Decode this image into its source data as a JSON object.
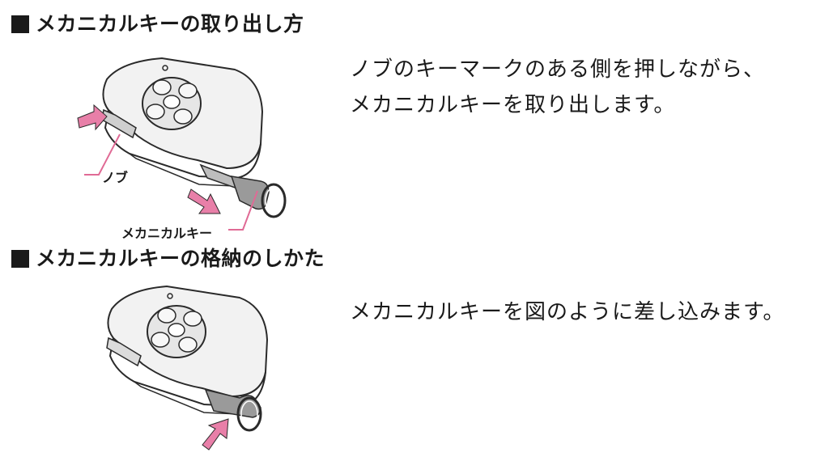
{
  "section1": {
    "heading": "メカニカルキーの取り出し方",
    "body_lines": [
      "ノブのキーマークのある側を押しながら、",
      "メカニカルキーを取り出します。"
    ],
    "callouts": {
      "knob": "ノブ",
      "mechanical_key": "メカニカルキー"
    }
  },
  "section2": {
    "heading": "メカニカルキーの格納のしかた",
    "body_lines": [
      "メカニカルキーを図のように差し込みます。"
    ]
  },
  "colors": {
    "arrow": "#e87fa8",
    "callout_line": "#e06a95",
    "key_fill": "#f2f2f2",
    "key_body": "#9a9a9a",
    "outline": "#2a2a2a"
  }
}
